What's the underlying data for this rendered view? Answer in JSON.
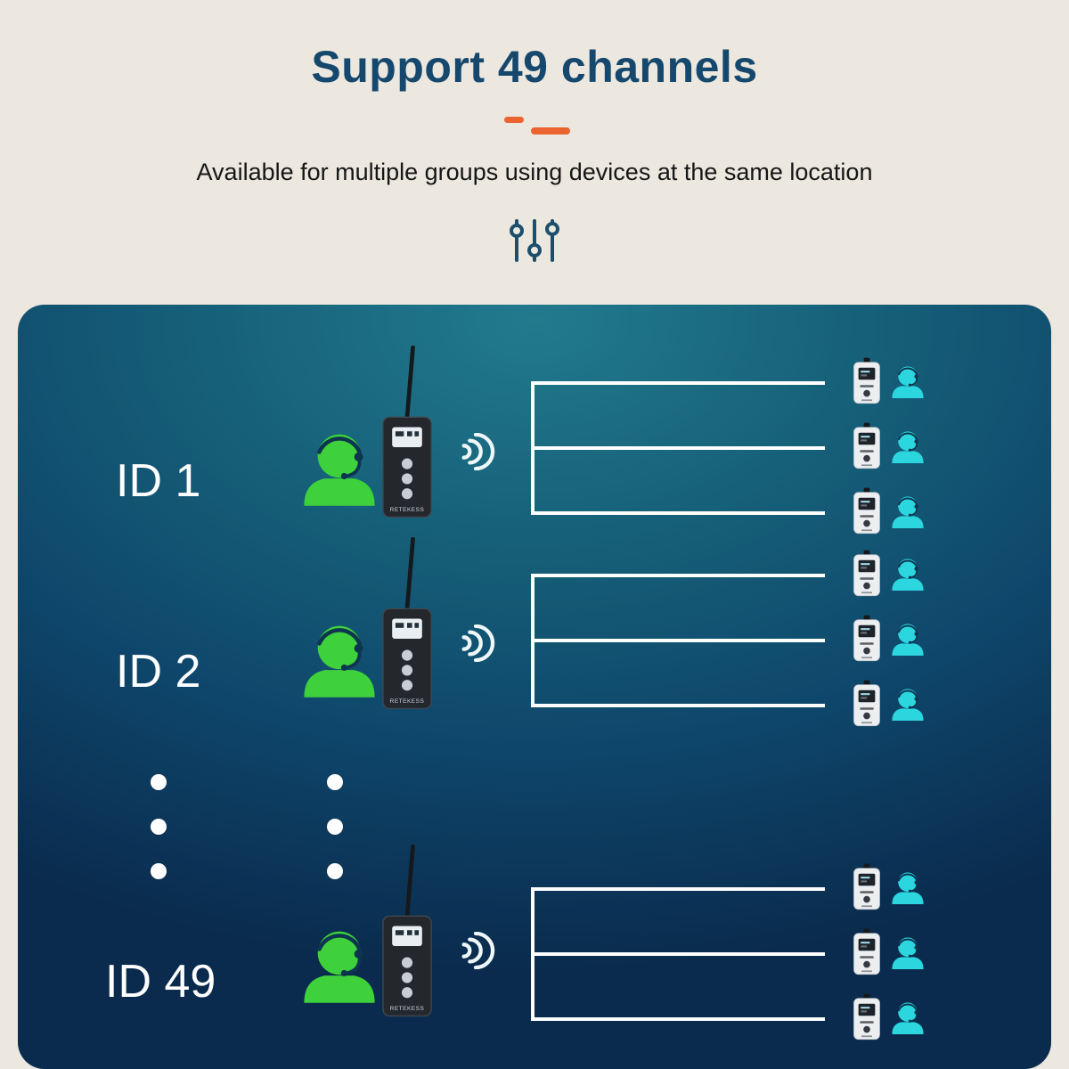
{
  "header": {
    "title": "Support 49 channels",
    "subtitle": "Available for multiple groups using devices at the same location"
  },
  "colors": {
    "title_blue": "#16486e",
    "accent_orange": "#ea6330",
    "panel_teal": "#166079",
    "panel_navy": "#0a2b4d",
    "guide_green": "#3ed13b",
    "listener_cyan": "#2bd6df",
    "line_white": "#ffffff"
  },
  "icons": {
    "sliders": "sliders-icon",
    "sound_waves": "sound-waves-icon",
    "guide": "guide-with-headset-icon",
    "listener": "listener-with-headset-icon",
    "transmitter": "transmitter-device",
    "receiver": "receiver-device"
  },
  "panel": {
    "device_brand": "RETEKESS",
    "rows": [
      {
        "id_label": "ID 1"
      },
      {
        "id_label": "ID 2"
      },
      {
        "id_label": "ID 49"
      }
    ]
  }
}
